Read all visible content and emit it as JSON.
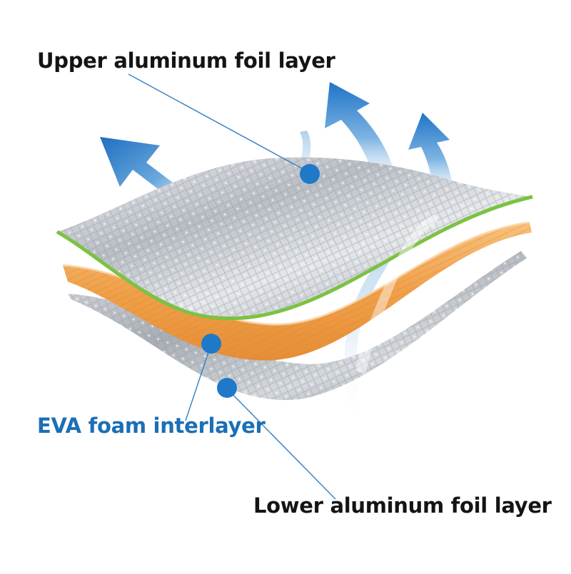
{
  "labels": {
    "upper": "Upper aluminum foil layer",
    "eva": "EVA foam interlayer",
    "lower": "Lower aluminum foil layer"
  },
  "colors": {
    "background": "#ffffff",
    "label_text": "#141414",
    "eva_label_text": "#1c6fb5",
    "leader_line": "#3c86c4",
    "marker_dot": "#1f78c8",
    "arrow": "#2f87d4",
    "foil": "#c9cdd2",
    "foam": "#f2a654",
    "foam_edge_stripe": "#7cc242"
  },
  "icons": {
    "marker": "dot-icon",
    "airflow": "upward-arrow-icon"
  }
}
